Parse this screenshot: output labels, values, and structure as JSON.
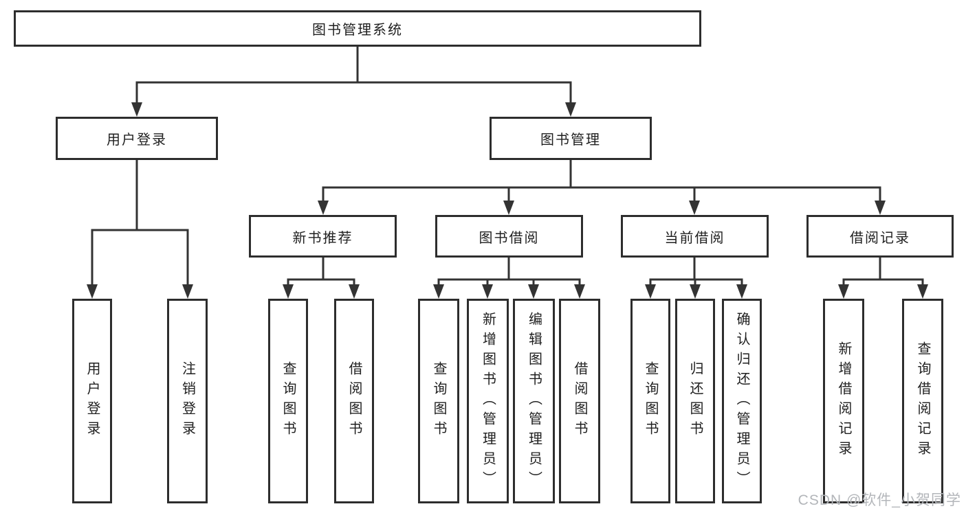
{
  "tree": {
    "label": "图书管理系统",
    "children": [
      {
        "label": "用户登录",
        "children": [
          {
            "label": "用户登录"
          },
          {
            "label": "注销登录"
          }
        ]
      },
      {
        "label": "图书管理",
        "children": [
          {
            "label": "新书推荐",
            "children": [
              {
                "label": "查询图书"
              },
              {
                "label": "借阅图书"
              }
            ]
          },
          {
            "label": "图书借阅",
            "children": [
              {
                "label": "查询图书"
              },
              {
                "label": "新增图书（管理员）"
              },
              {
                "label": "编辑图书（管理员）"
              },
              {
                "label": "借阅图书"
              }
            ]
          },
          {
            "label": "当前借阅",
            "children": [
              {
                "label": "查询图书"
              },
              {
                "label": "归还图书"
              },
              {
                "label": "确认归还（管理员）"
              }
            ]
          },
          {
            "label": "借阅记录",
            "children": [
              {
                "label": "新增借阅记录"
              },
              {
                "label": "查询借阅记录"
              }
            ]
          }
        ]
      }
    ]
  },
  "watermark": {
    "text": "CSDN @软件_小贺同学"
  },
  "colors": {
    "line": "#333333",
    "border": "#2d2d2d",
    "text": "#1f1f1f",
    "watermark": "#b3b6ba",
    "background": "#ffffff"
  }
}
